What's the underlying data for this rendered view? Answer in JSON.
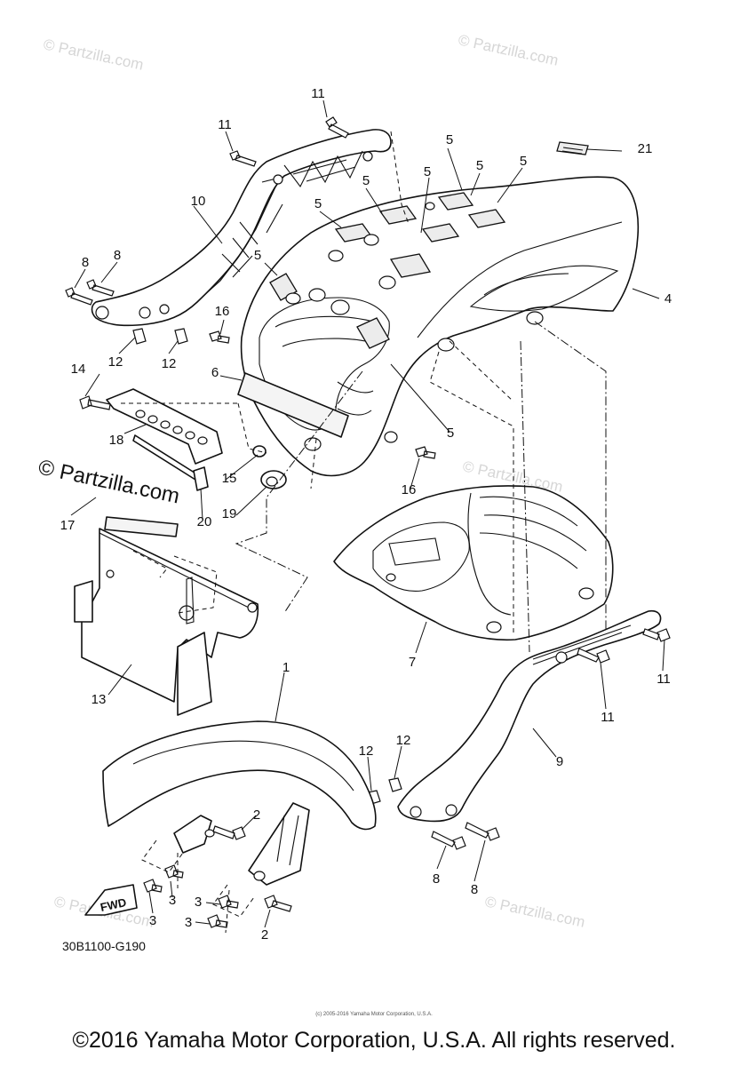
{
  "diagram_code": "30B1100-G190",
  "fwd_label": "FWD",
  "watermark": "© Partzilla.com",
  "watermark_small": "© Partzilla.com",
  "copyright": "©2016 Yamaha Motor Corporation, U.S.A. All rights reserved.",
  "fine_print": "(c) 2005-2016 Yamaha Motor Corporation, U.S.A.",
  "callouts": {
    "c1": "1",
    "c2a": "2",
    "c2b": "2",
    "c3a": "3",
    "c3b": "3",
    "c3c": "3",
    "c3d": "3",
    "c4": "4",
    "c5a": "5",
    "c5b": "5",
    "c5c": "5",
    "c5d": "5",
    "c5e": "5",
    "c5f": "5",
    "c5g": "5",
    "c5h": "5",
    "c6": "6",
    "c7": "7",
    "c8a": "8",
    "c8b": "8",
    "c8c": "8",
    "c8d": "8",
    "c9": "9",
    "c10": "10",
    "c11a": "11",
    "c11b": "11",
    "c11c": "11",
    "c11d": "11",
    "c12a": "12",
    "c12b": "12",
    "c12c": "12",
    "c12d": "12",
    "c13": "13",
    "c14": "14",
    "c15": "15",
    "c16a": "16",
    "c16b": "16",
    "c17": "17",
    "c18": "18",
    "c19": "19",
    "c20": "20",
    "c21": "21"
  }
}
